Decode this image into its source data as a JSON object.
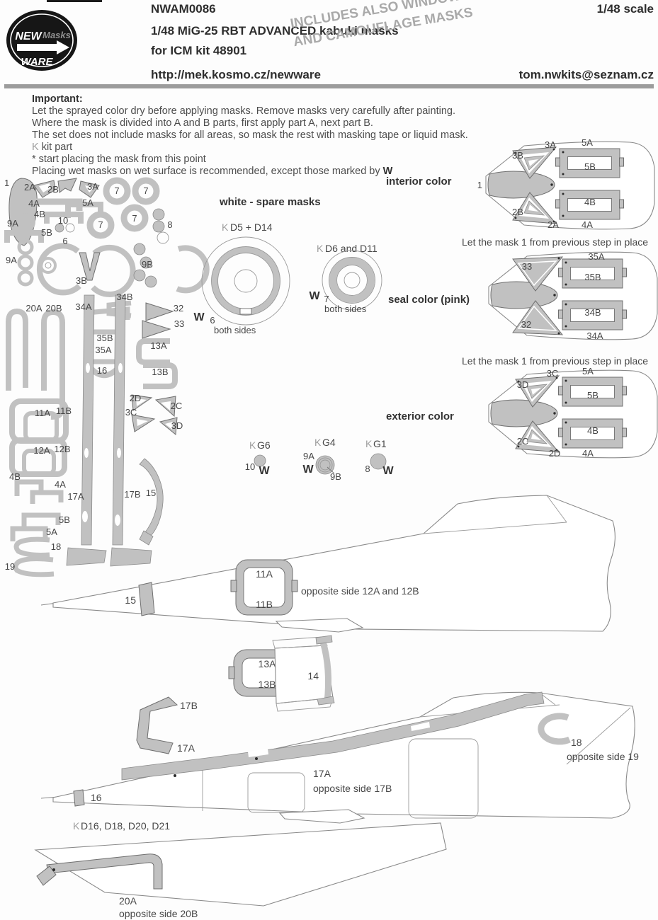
{
  "header": {
    "logo": {
      "new": "NEW",
      "masks": "Masks",
      "ware": "WARE"
    },
    "code": "NWAM0086",
    "title": "1/48  MiG-25 RBT ADVANCED kabuki masks",
    "subtitle": "for ICM kit 48901",
    "url": "http://mek.kosmo.cz/newware",
    "scale": "1/48 scale",
    "email": "tom.nwkits@seznam.cz",
    "note1": "INCLUDES ALSO WINDOW SEALS",
    "note2": "AND CAMOUFLAGE MASKS"
  },
  "important": {
    "heading": "Important:",
    "line1": "Let the sprayed color dry before applying masks. Remove masks very carefully after painting.",
    "line2": "Where the mask is divided into A and B parts, first apply part A, next part B.",
    "line3": "The set does not include masks for all areas, so mask the rest with masking tape or liquid mask.",
    "line4_k": "K",
    "line4": " kit part",
    "line5_star": "*",
    "line5": "  start placing the mask from this point",
    "line6": "Placing wet masks on wet surface is recommended, except those marked by ",
    "line6_w": "W"
  },
  "spare": {
    "heading": "white - spare masks",
    "big_k": "K",
    "big_label": " D5 + D14",
    "big_w": "W",
    "big_num": "6",
    "big_note": "both sides",
    "small_k": "K",
    "small_label": " D6 and D11",
    "small_w": "W",
    "small_num": "7",
    "small_note": "both sides"
  },
  "steps": {
    "interior": "interior color",
    "seal": "seal color (pink)",
    "exterior": "exterior color",
    "keep1": "Let the mask 1 from previous step in place",
    "keep2": "Let the mask 1 from previous step in place"
  },
  "diagrams": {
    "interior": [
      "1",
      "3B",
      "3A",
      "5A",
      "5B",
      "4B",
      "2B",
      "2A",
      "4A"
    ],
    "seal": [
      "33",
      "35A",
      "35B",
      "34B",
      "32",
      "34A"
    ],
    "exterior": [
      "3D",
      "3C",
      "5A",
      "5B",
      "4B",
      "2C",
      "2D",
      "4A"
    ]
  },
  "kg": {
    "g6_k": "K",
    "g6": " G6",
    "g6_num": "10",
    "g6_w": "W",
    "g4_k": "K",
    "g4": " G4",
    "g4_a": "9A",
    "g4_b": "9B",
    "g4_w": "W",
    "g1_k": "K",
    "g1": " G1",
    "g1_num": "8",
    "g1_w": "W"
  },
  "sheet": {
    "labels": [
      "1",
      "2A",
      "2B",
      "3A",
      "7",
      "7",
      "4A",
      "5A",
      "4B",
      "10",
      "7",
      "7",
      "8",
      "9A",
      "5B",
      "6",
      "9A",
      "3B",
      "9B",
      "34B",
      "20A",
      "20B",
      "34A",
      "32",
      "33",
      "35B",
      "35A",
      "13A",
      "13B",
      "16",
      "2D",
      "2C",
      "3C",
      "3D",
      "11A",
      "11B",
      "12A",
      "12B",
      "4B",
      "4A",
      "17A",
      "17B",
      "15",
      "5B",
      "5A",
      "18",
      "19"
    ]
  },
  "profile1": {
    "band": "15",
    "mask_a": "11A",
    "mask_b": "11B",
    "note": "opposite side 12A and 12B"
  },
  "mid": {
    "a": "13A",
    "b": "13B",
    "fin": "14",
    "top": "17B",
    "bottom": "17A"
  },
  "profile2": {
    "band": "16",
    "stripe": "17A",
    "stripe_note": "opposite side 17B",
    "tail": "18",
    "tail_note": "opposite side 19"
  },
  "wing": {
    "k": "K",
    "kit": " D16, D18, D20, D21",
    "mask": "20A",
    "note": "opposite side 20B"
  },
  "colors": {
    "mask_gray": "#c1c1c1",
    "outline": "#8a8a8a",
    "divider": "#9c9c9c",
    "note_gray": "#a9a9a9",
    "text": "#474747"
  }
}
